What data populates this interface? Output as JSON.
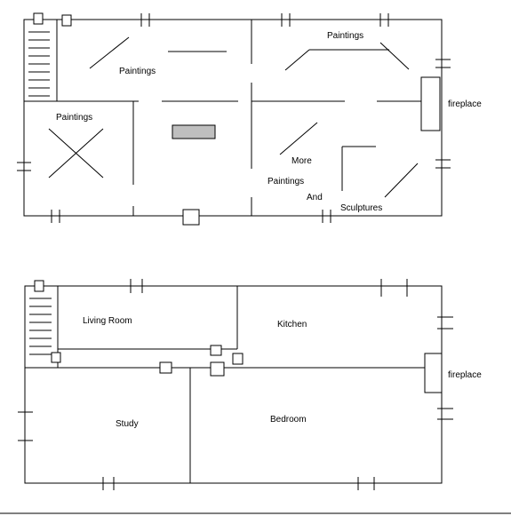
{
  "upper_floor": {
    "labels": {
      "paintings_north_center": "Paintings",
      "paintings_north_right": "Paintings",
      "paintings_west": "Paintings",
      "more": "More",
      "paintings_south": "Paintings",
      "and": "And",
      "sculptures": "Sculptures",
      "fireplace": "fireplace"
    }
  },
  "lower_floor": {
    "labels": {
      "living_room": "Living Room",
      "kitchen": "Kitchen",
      "study": "Study",
      "bedroom": "Bedroom",
      "fireplace": "fireplace"
    }
  },
  "colors": {
    "line": "#000000",
    "bench_fill": "#bfbfbf",
    "background": "#ffffff"
  }
}
